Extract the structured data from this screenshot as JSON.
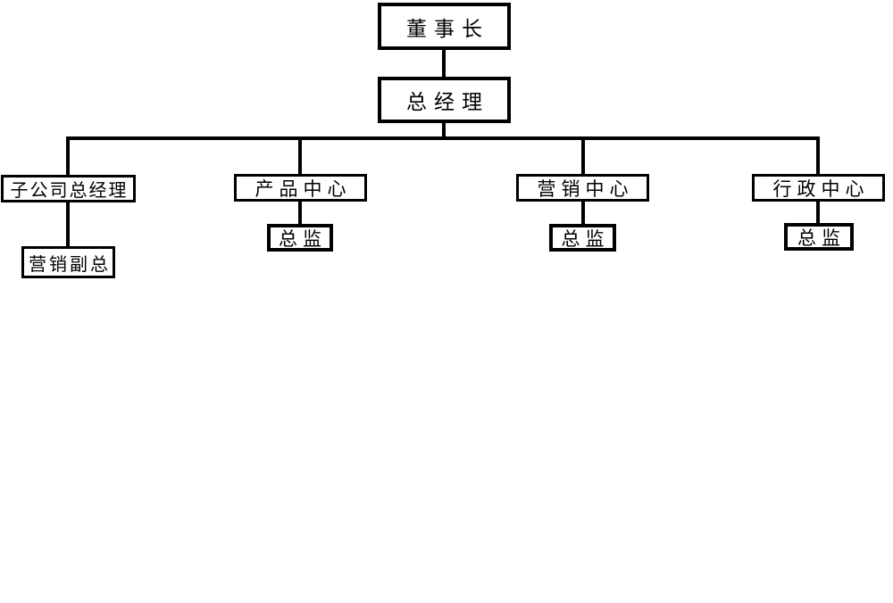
{
  "org_chart": {
    "type": "org-chart",
    "colors": {
      "background": "#ffffff",
      "box_fill": "#ffffff",
      "box_border": "#000000",
      "text": "#000000",
      "connector": "#000000"
    },
    "nodes": [
      {
        "id": "chairman",
        "label": "董事长",
        "level": 1,
        "reports_to": null
      },
      {
        "id": "general-manager",
        "label": "总经理",
        "level": 2,
        "reports_to": "chairman"
      },
      {
        "id": "subsidiary-general-manager",
        "label": "子公司总经理",
        "level": 3,
        "reports_to": "general-manager"
      },
      {
        "id": "product-center",
        "label": "产品中心",
        "level": 3,
        "reports_to": "general-manager"
      },
      {
        "id": "marketing-center",
        "label": "营销中心",
        "level": 3,
        "reports_to": "general-manager"
      },
      {
        "id": "admin-center",
        "label": "行政中心",
        "level": 3,
        "reports_to": "general-manager"
      },
      {
        "id": "marketing-vice-president",
        "label": "营销副总",
        "level": 4,
        "reports_to": "subsidiary-general-manager"
      },
      {
        "id": "product-director",
        "label": "总监",
        "level": 4,
        "reports_to": "product-center"
      },
      {
        "id": "marketing-director",
        "label": "总监",
        "level": 4,
        "reports_to": "marketing-center"
      },
      {
        "id": "admin-director",
        "label": "总监",
        "level": 4,
        "reports_to": "admin-center"
      }
    ]
  }
}
